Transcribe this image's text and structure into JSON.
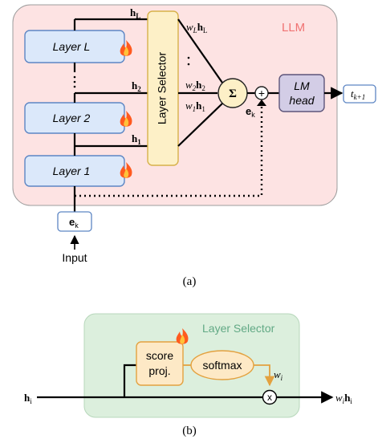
{
  "panel_a": {
    "region_label": "LLM",
    "layers": {
      "top": "Layer L",
      "middle": "Layer 2",
      "bottom": "Layer 1"
    },
    "hidden_states": {
      "top": "L",
      "middle": "2",
      "bottom": "1"
    },
    "selector_label": "Layer Selector",
    "weighted": [
      {
        "w": "L",
        "h": "L"
      },
      {
        "w": "2",
        "h": "2"
      },
      {
        "w": "1",
        "h": "1"
      }
    ],
    "sum_symbol": "Σ",
    "plus_symbol": "+",
    "embedding": {
      "letter": "e",
      "sub": "k"
    },
    "lm_head": {
      "line1": "LM",
      "line2": "head"
    },
    "output": {
      "letter": "t",
      "sub": "k+1"
    },
    "input_label": "Input",
    "caption": "(a)"
  },
  "panel_b": {
    "region_label": "Layer Selector",
    "score_proj": {
      "line1": "score",
      "line2": "proj."
    },
    "softmax": "softmax",
    "weight": {
      "letter": "w",
      "sub": "i"
    },
    "multiply": "x",
    "input": {
      "letter": "h",
      "sub": "i"
    },
    "output": {
      "w": "w",
      "w_sub": "i",
      "h": "h",
      "h_sub": "i"
    },
    "caption": "(b)"
  },
  "colors": {
    "llm_bg": "#fde3e3",
    "llm_label": "#f07272",
    "layer_fill": "#dbe8fa",
    "layer_stroke": "#5d86c4",
    "selector_fill": "#fdf0c7",
    "selector_stroke": "#d7b14a",
    "lm_head_fill": "#d3cde6",
    "lm_head_stroke": "#5d557a",
    "output_stroke": "#5d86c4",
    "ls_bg": "#dcefdd",
    "ls_label": "#62a985",
    "score_fill": "#fde9c6",
    "score_stroke": "#e3a13f",
    "arrow_orange": "#e3a13f",
    "flame": "#ff5a1f"
  },
  "icons": [
    "fire-icon",
    "arrow-icon",
    "sum-icon",
    "plus-icon",
    "multiply-icon"
  ]
}
